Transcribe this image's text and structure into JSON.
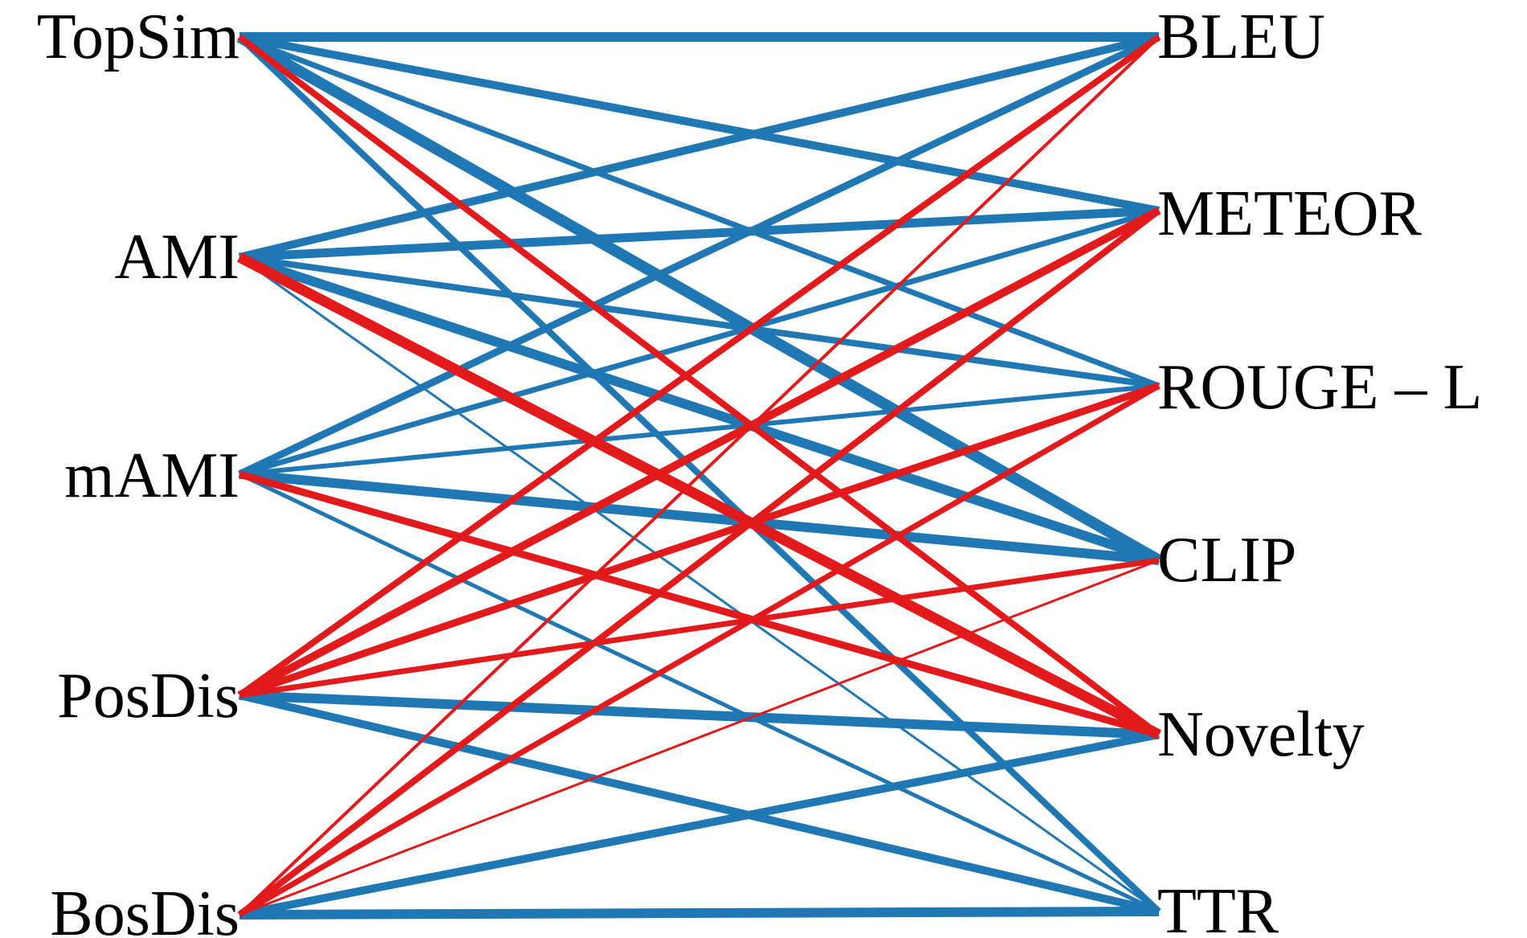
{
  "left_nodes": [
    "TopSim",
    "AMI",
    "mAMI",
    "PosDis",
    "BosDis"
  ],
  "right_nodes": [
    "BLEU",
    "METEOR",
    "ROUGE – L",
    "CLIP",
    "Novelty",
    "TTR"
  ],
  "colors": {
    "positive": "#1f77b4",
    "negative": "#e31a1c"
  },
  "edges": [
    {
      "from": "TopSim",
      "to": "BLEU",
      "sign": "positive",
      "strength": 12
    },
    {
      "from": "TopSim",
      "to": "METEOR",
      "sign": "positive",
      "strength": 10
    },
    {
      "from": "TopSim",
      "to": "ROUGE – L",
      "sign": "positive",
      "strength": 7
    },
    {
      "from": "TopSim",
      "to": "CLIP",
      "sign": "positive",
      "strength": 14
    },
    {
      "from": "TopSim",
      "to": "Novelty",
      "sign": "negative",
      "strength": 8
    },
    {
      "from": "TopSim",
      "to": "TTR",
      "sign": "positive",
      "strength": 8
    },
    {
      "from": "AMI",
      "to": "BLEU",
      "sign": "positive",
      "strength": 10
    },
    {
      "from": "AMI",
      "to": "METEOR",
      "sign": "positive",
      "strength": 11
    },
    {
      "from": "AMI",
      "to": "ROUGE – L",
      "sign": "positive",
      "strength": 8
    },
    {
      "from": "AMI",
      "to": "CLIP",
      "sign": "positive",
      "strength": 12
    },
    {
      "from": "AMI",
      "to": "Novelty",
      "sign": "negative",
      "strength": 13
    },
    {
      "from": "AMI",
      "to": "TTR",
      "sign": "positive",
      "strength": 3
    },
    {
      "from": "mAMI",
      "to": "BLEU",
      "sign": "positive",
      "strength": 9
    },
    {
      "from": "mAMI",
      "to": "METEOR",
      "sign": "positive",
      "strength": 7
    },
    {
      "from": "mAMI",
      "to": "ROUGE – L",
      "sign": "positive",
      "strength": 6
    },
    {
      "from": "mAMI",
      "to": "CLIP",
      "sign": "positive",
      "strength": 12
    },
    {
      "from": "mAMI",
      "to": "Novelty",
      "sign": "negative",
      "strength": 9
    },
    {
      "from": "mAMI",
      "to": "TTR",
      "sign": "positive",
      "strength": 5
    },
    {
      "from": "PosDis",
      "to": "BLEU",
      "sign": "negative",
      "strength": 8
    },
    {
      "from": "PosDis",
      "to": "METEOR",
      "sign": "negative",
      "strength": 10
    },
    {
      "from": "PosDis",
      "to": "ROUGE – L",
      "sign": "negative",
      "strength": 9
    },
    {
      "from": "PosDis",
      "to": "CLIP",
      "sign": "negative",
      "strength": 7
    },
    {
      "from": "PosDis",
      "to": "Novelty",
      "sign": "positive",
      "strength": 12
    },
    {
      "from": "PosDis",
      "to": "TTR",
      "sign": "positive",
      "strength": 10
    },
    {
      "from": "BosDis",
      "to": "BLEU",
      "sign": "negative",
      "strength": 4
    },
    {
      "from": "BosDis",
      "to": "METEOR",
      "sign": "negative",
      "strength": 8
    },
    {
      "from": "BosDis",
      "to": "ROUGE – L",
      "sign": "negative",
      "strength": 7
    },
    {
      "from": "BosDis",
      "to": "CLIP",
      "sign": "negative",
      "strength": 3
    },
    {
      "from": "BosDis",
      "to": "Novelty",
      "sign": "positive",
      "strength": 10
    },
    {
      "from": "BosDis",
      "to": "TTR",
      "sign": "positive",
      "strength": 12
    }
  ]
}
